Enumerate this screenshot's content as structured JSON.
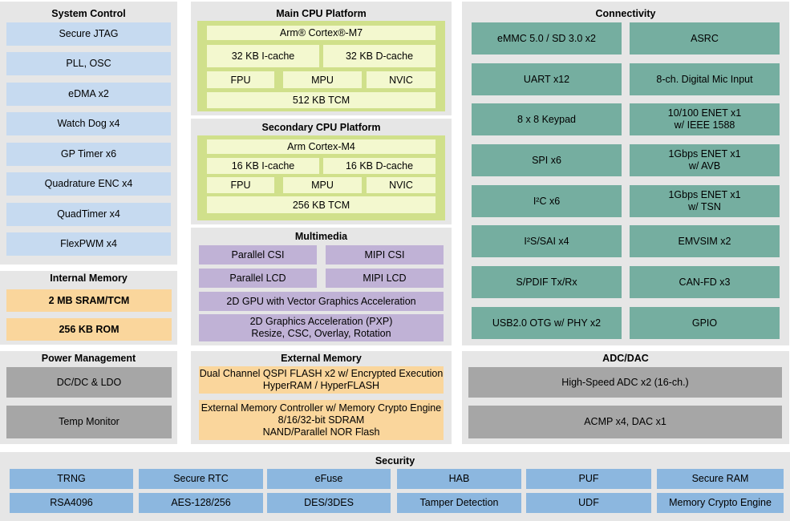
{
  "system_control": {
    "title": "System Control",
    "items": [
      "Secure JTAG",
      "PLL, OSC",
      "eDMA x2",
      "Watch Dog x4",
      "GP Timer x6",
      "Quadrature ENC x4",
      "QuadTimer x4",
      "FlexPWM x4"
    ]
  },
  "internal_memory": {
    "title": "Internal Memory",
    "items": [
      "2 MB SRAM/TCM",
      "256 KB ROM"
    ]
  },
  "power_management": {
    "title": "Power Management",
    "items": [
      "DC/DC & LDO",
      "Temp Monitor"
    ]
  },
  "main_cpu": {
    "title": "Main CPU Platform",
    "core": "Arm® Cortex®-M7",
    "icache": "32 KB I-cache",
    "dcache": "32 KB D-cache",
    "fpu": "FPU",
    "mpu": "MPU",
    "nvic": "NVIC",
    "tcm": "512 KB TCM"
  },
  "secondary_cpu": {
    "title": "Secondary CPU Platform",
    "core": "Arm Cortex-M4",
    "icache": "16 KB I-cache",
    "dcache": "16 KB D-cache",
    "fpu": "FPU",
    "mpu": "MPU",
    "nvic": "NVIC",
    "tcm": "256 KB TCM"
  },
  "multimedia": {
    "title": "Multimedia",
    "parallel_csi": "Parallel CSI",
    "mipi_csi": "MIPI CSI",
    "parallel_lcd": "Parallel LCD",
    "mipi_lcd": "MIPI LCD",
    "gpu": "2D GPU with Vector Graphics Acceleration",
    "pxp": "2D Graphics Acceleration (PXP)\nResize, CSC, Overlay, Rotation"
  },
  "external_memory": {
    "title": "External Memory",
    "qspi": "Dual Channel QSPI FLASH x2 w/ Encrypted Execution\nHyperRAM / HyperFLASH",
    "emc": "External Memory Controller w/ Memory Crypto Engine\n8/16/32-bit SDRAM\nNAND/Parallel NOR Flash"
  },
  "connectivity": {
    "title": "Connectivity",
    "left": [
      "eMMC 5.0 / SD 3.0 x2",
      "UART x12",
      "8 x 8 Keypad",
      "SPI x6",
      "I²C x6",
      "I²S/SAI x4",
      "S/PDIF Tx/Rx",
      "USB2.0 OTG w/ PHY x2"
    ],
    "right": [
      "ASRC",
      "8-ch. Digital Mic Input",
      "10/100 ENET x1\nw/ IEEE 1588",
      "1Gbps ENET x1\nw/ AVB",
      "1Gbps ENET x1\nw/ TSN",
      "EMVSIM x2",
      "CAN-FD x3",
      "GPIO"
    ]
  },
  "adc_dac": {
    "title": "ADC/DAC",
    "items": [
      "High-Speed ADC x2 (16-ch.)",
      "ACMP x4, DAC x1"
    ]
  },
  "security": {
    "title": "Security",
    "row1": [
      "TRNG",
      "Secure RTC",
      "eFuse",
      "HAB",
      "PUF",
      "Secure RAM"
    ],
    "row2": [
      "RSA4096",
      "AES-128/256",
      "DES/3DES",
      "Tamper Detection",
      "UDF",
      "Memory Crypto Engine"
    ]
  },
  "colors": {
    "panel": "#e6e6e6",
    "light_blue": "#c6daf0",
    "teal": "#75aea0",
    "gray": "#a6a6a6",
    "purple": "#c0b2d6",
    "orange": "#fad69c",
    "blue": "#8cb7df",
    "green": "#d0e08b",
    "pale_yellow": "#f3f8cf"
  }
}
